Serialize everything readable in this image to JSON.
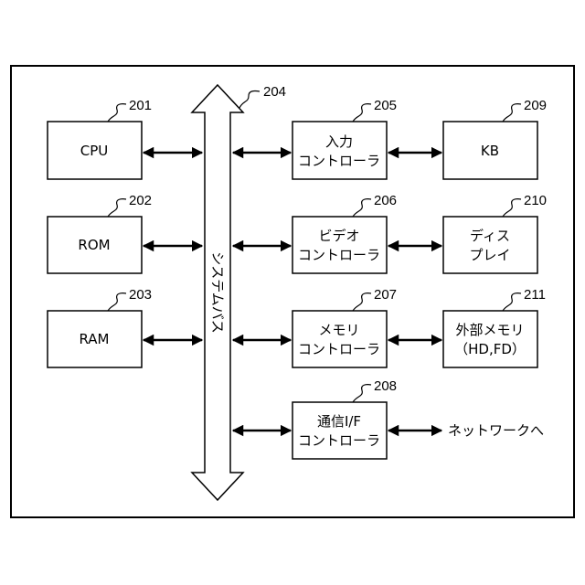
{
  "bus": {
    "label": "システムバス",
    "ref": "204"
  },
  "blocks": {
    "cpu": {
      "ref": "201",
      "lines": [
        "CPU"
      ]
    },
    "rom": {
      "ref": "202",
      "lines": [
        "ROM"
      ]
    },
    "ram": {
      "ref": "203",
      "lines": [
        "RAM"
      ]
    },
    "input_ctrl": {
      "ref": "205",
      "lines": [
        "入力",
        "コントローラ"
      ]
    },
    "video_ctrl": {
      "ref": "206",
      "lines": [
        "ビデオ",
        "コントローラ"
      ]
    },
    "memory_ctrl": {
      "ref": "207",
      "lines": [
        "メモリ",
        "コントローラ"
      ]
    },
    "comm_ctrl": {
      "ref": "208",
      "lines": [
        "通信I/F",
        "コントローラ"
      ]
    },
    "kb": {
      "ref": "209",
      "lines": [
        "KB"
      ]
    },
    "display": {
      "ref": "210",
      "lines": [
        "ディス",
        "プレイ"
      ]
    },
    "ext_mem": {
      "ref": "211",
      "lines": [
        "外部メモリ",
        "（HD,FD）"
      ]
    }
  },
  "network": {
    "label": "ネットワークへ"
  }
}
